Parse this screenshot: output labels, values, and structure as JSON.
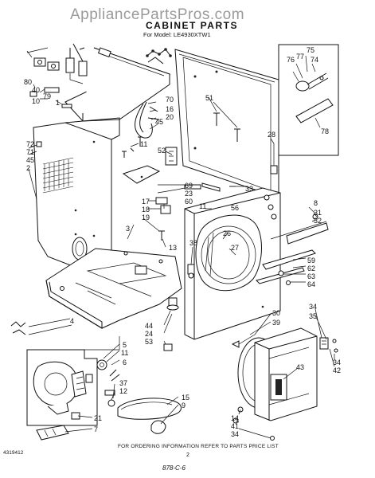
{
  "watermark": "AppliancePartsPros.com",
  "title": "CABINET PARTS",
  "model_line": "For Model: LE4930XTW1",
  "footer_note": "FOR ORDERING INFORMATION REFER TO PARTS PRICE LIST",
  "doc_number": "4319412",
  "page_number": "2",
  "handwritten_note": "878-C-6",
  "callouts": [
    {
      "id": "c75",
      "text": "75"
    },
    {
      "id": "c76",
      "text": "76"
    },
    {
      "id": "c77",
      "text": "77"
    },
    {
      "id": "c74",
      "text": "74"
    },
    {
      "id": "c78",
      "text": "78"
    },
    {
      "id": "c80",
      "text": "80"
    },
    {
      "id": "c40",
      "text": "40"
    },
    {
      "id": "c79",
      "text": "79"
    },
    {
      "id": "c10",
      "text": "10"
    },
    {
      "id": "c1",
      "text": "1"
    },
    {
      "id": "c70",
      "text": "70"
    },
    {
      "id": "c16",
      "text": "16"
    },
    {
      "id": "c20",
      "text": "20"
    },
    {
      "id": "c45a",
      "text": "45"
    },
    {
      "id": "c51",
      "text": "51"
    },
    {
      "id": "c72",
      "text": "72"
    },
    {
      "id": "c71",
      "text": "71"
    },
    {
      "id": "c45b",
      "text": "45"
    },
    {
      "id": "c2",
      "text": "2"
    },
    {
      "id": "c11a",
      "text": "11"
    },
    {
      "id": "c52",
      "text": "52"
    },
    {
      "id": "c28",
      "text": "28"
    },
    {
      "id": "c69",
      "text": "69"
    },
    {
      "id": "c23",
      "text": "23"
    },
    {
      "id": "c33",
      "text": "33"
    },
    {
      "id": "c60",
      "text": "60"
    },
    {
      "id": "c17",
      "text": "17"
    },
    {
      "id": "c18",
      "text": "18"
    },
    {
      "id": "c11b",
      "text": "11"
    },
    {
      "id": "c56",
      "text": "56"
    },
    {
      "id": "c8",
      "text": "8"
    },
    {
      "id": "c31",
      "text": "31"
    },
    {
      "id": "c32",
      "text": "32"
    },
    {
      "id": "c19",
      "text": "19"
    },
    {
      "id": "c3",
      "text": "3"
    },
    {
      "id": "c26",
      "text": "26"
    },
    {
      "id": "c13",
      "text": "13"
    },
    {
      "id": "c38",
      "text": "38"
    },
    {
      "id": "c27",
      "text": "27"
    },
    {
      "id": "c59",
      "text": "59"
    },
    {
      "id": "c62",
      "text": "62"
    },
    {
      "id": "c63",
      "text": "63"
    },
    {
      "id": "c64",
      "text": "64"
    },
    {
      "id": "c30",
      "text": "30"
    },
    {
      "id": "c39",
      "text": "39"
    },
    {
      "id": "c34a",
      "text": "34"
    },
    {
      "id": "c35",
      "text": "35"
    },
    {
      "id": "c44",
      "text": "44"
    },
    {
      "id": "c24",
      "text": "24"
    },
    {
      "id": "c53",
      "text": "53"
    },
    {
      "id": "c4",
      "text": "4"
    },
    {
      "id": "c5",
      "text": "5"
    },
    {
      "id": "c11c",
      "text": "11"
    },
    {
      "id": "c6",
      "text": "6"
    },
    {
      "id": "c43",
      "text": "43"
    },
    {
      "id": "c34b",
      "text": "34"
    },
    {
      "id": "c42",
      "text": "42"
    },
    {
      "id": "c37",
      "text": "37"
    },
    {
      "id": "c12",
      "text": "12"
    },
    {
      "id": "c15",
      "text": "15"
    },
    {
      "id": "c9",
      "text": "9"
    },
    {
      "id": "c14",
      "text": "14"
    },
    {
      "id": "c41",
      "text": "41"
    },
    {
      "id": "c34c",
      "text": "34"
    },
    {
      "id": "c21",
      "text": "21"
    },
    {
      "id": "c7",
      "text": "7"
    }
  ]
}
